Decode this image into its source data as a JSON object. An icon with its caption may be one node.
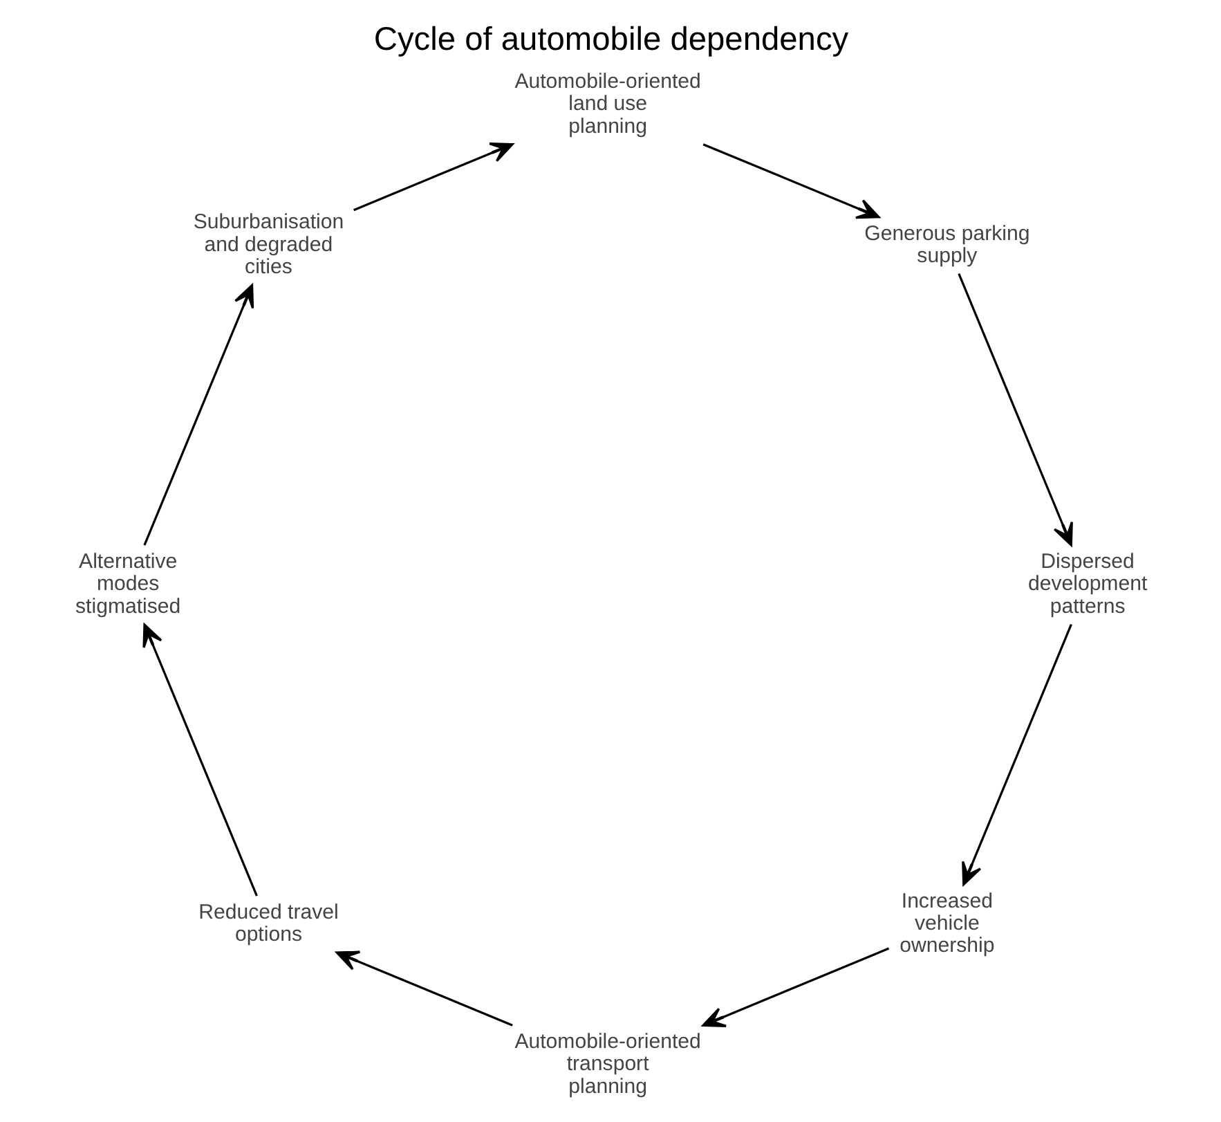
{
  "diagram": {
    "title": "Cycle of automobile dependency",
    "nodes": [
      {
        "text": [
          "Increased vehicle ownership"
        ]
      },
      {
        "text": [
          "Automobile-oriented transport planning"
        ]
      },
      {
        "text": [
          "Reduced travel options"
        ]
      },
      {
        "text": [
          "Alternative modes stigmatised"
        ]
      },
      {
        "text": [
          "Suburbanisation and degraded cities"
        ]
      },
      {
        "text": [
          "Automobile-oriented land use planning"
        ]
      },
      {
        "text": [
          "Generous parking supply"
        ]
      },
      {
        "text": [
          "Dispersed development patterns"
        ]
      }
    ],
    "edges": [
      {
        "from": 0,
        "to": 1,
        "arrow": "to"
      },
      {
        "from": 1,
        "to": 2,
        "arrow": "to"
      },
      {
        "from": 2,
        "to": 3,
        "arrow": "to"
      },
      {
        "from": 3,
        "to": 4,
        "arrow": "to"
      },
      {
        "from": 4,
        "to": 5,
        "arrow": "to"
      },
      {
        "from": 5,
        "to": 6,
        "arrow": "to"
      },
      {
        "from": 6,
        "to": 7,
        "arrow": "to"
      },
      {
        "from": 7,
        "to": 0,
        "arrow": "to"
      }
    ]
  }
}
